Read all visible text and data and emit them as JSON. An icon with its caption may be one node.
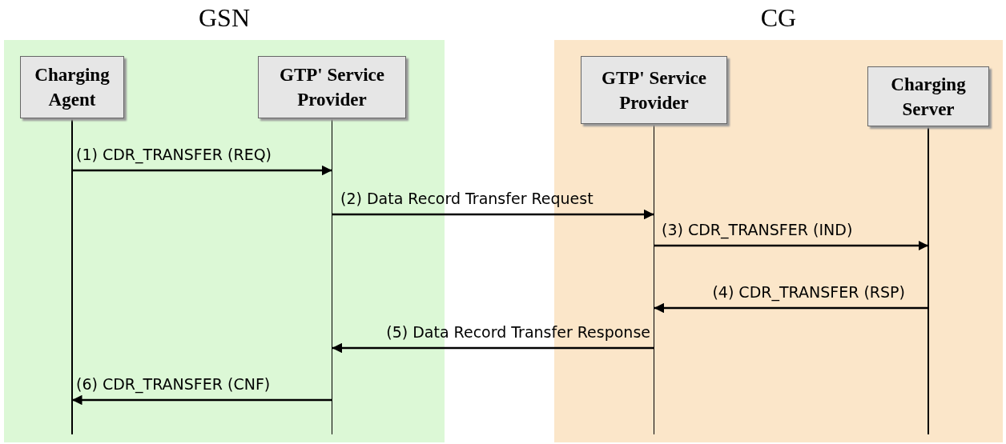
{
  "diagram": {
    "nodes": [
      {
        "text": [
          "GSN"
        ]
      },
      {
        "text": [
          "CG"
        ]
      },
      {
        "text": [
          "Charging Agent"
        ],
        "in": 0
      },
      {
        "text": [
          "GTP' Service Provider"
        ],
        "in": 0
      },
      {
        "text": [
          "GTP' Service Provider"
        ],
        "in": 1
      },
      {
        "text": [
          "Charging Server"
        ],
        "in": 1
      }
    ],
    "edges": [
      {
        "from": 2,
        "to": 3,
        "arrow": "to",
        "label": "(1) CDR_TRANSFER (REQ)"
      },
      {
        "from": 3,
        "to": 4,
        "arrow": "to",
        "label": "(2) Data Record Transfer Request"
      },
      {
        "from": 4,
        "to": 5,
        "arrow": "to",
        "label": "(3) CDR_TRANSFER (IND)"
      },
      {
        "from": 5,
        "to": 4,
        "arrow": "to",
        "label": "(4) CDR_TRANSFER (RSP)"
      },
      {
        "from": 4,
        "to": 3,
        "arrow": "to",
        "label": "(5) Data Record Transfer Response"
      },
      {
        "from": 3,
        "to": 2,
        "arrow": "to",
        "label": "(6) CDR_TRANSFER (CNF)"
      }
    ]
  }
}
